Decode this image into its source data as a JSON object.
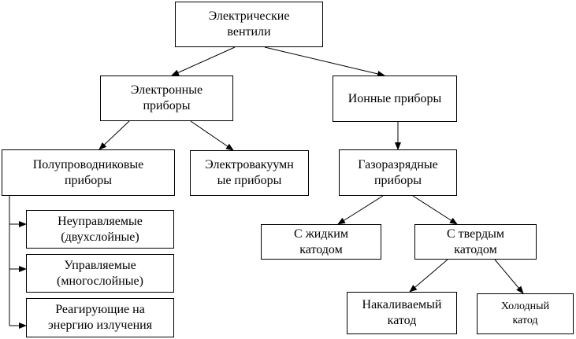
{
  "nodes": {
    "root": "Электрические\nвентили",
    "electronic": "Электронные\nприборы",
    "ionic": "Ионные приборы",
    "semiconductor": "Полупроводниковые\nприборы",
    "electrovacuum": "Электровакуумн\nые приборы",
    "gas_discharge": "Газоразрядные\nприборы",
    "uncontrolled": "Неуправляемые\n(двухслойные)",
    "controlled": "Управляемые\n(многослойные)",
    "radiation_responsive": "Реагирующие на\nэнергию излучения",
    "liquid_cathode": "С жидким\nкатодом",
    "solid_cathode": "С твердым\nкатодом",
    "heated_cathode": "Накаливаемый\nкатод",
    "cold_cathode": "Холодный\nкатод"
  },
  "colors": {
    "stroke": "#000000",
    "background": "#ffffff"
  }
}
